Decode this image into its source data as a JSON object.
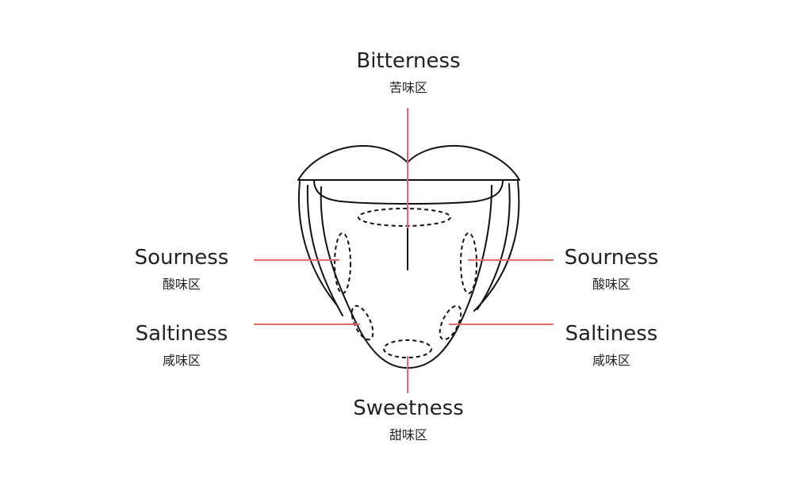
{
  "colors": {
    "outline": "#111111",
    "pointer": "#e46a6a",
    "text": "#222222"
  },
  "zones": [
    {
      "id": "bitter",
      "en": "Bitterness",
      "zh": "苦味区"
    },
    {
      "id": "sour-left",
      "en": "Sourness",
      "zh": "酸味区"
    },
    {
      "id": "sour-right",
      "en": "Sourness",
      "zh": "酸味区"
    },
    {
      "id": "salt-left",
      "en": "Saltiness",
      "zh": "咸味区"
    },
    {
      "id": "salt-right",
      "en": "Saltiness",
      "zh": "咸味区"
    },
    {
      "id": "sweet",
      "en": "Sweetness",
      "zh": "甜味区"
    }
  ]
}
